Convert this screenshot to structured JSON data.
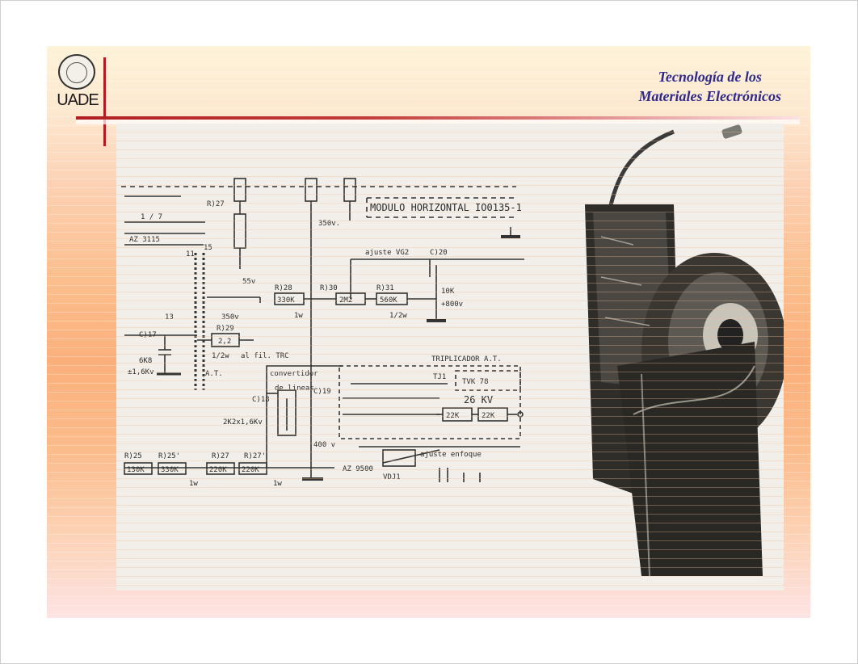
{
  "header": {
    "logo_text": "UADE",
    "title_line1": "Tecnología de los",
    "title_line2": "Materiales Electrónicos"
  },
  "figure": {
    "schematic_labels": {
      "module_title": "MODULO HORIZONTAL IO0135-1",
      "r127_top": "R)27",
      "pulse_voltage": "350v.",
      "adjust_vg2": "ajuste VG2",
      "c120": "C)20",
      "label_17": "1 / 7",
      "az3115": "AZ 3115",
      "pin11": "11",
      "pin15": "15",
      "v55": "55v",
      "r128": "R)28",
      "r130": "R)30",
      "r131": "R)31",
      "k10": "10K",
      "r330k": "330K",
      "r2m2": "2M2",
      "r560k": "560K",
      "v800": "+800v",
      "w1": "1w",
      "w12": "1/2w",
      "v350": "350v",
      "r129": "R)29",
      "r22": "2,2",
      "filament": "al fil. TRC",
      "w12b": "1/2w",
      "pin13": "13",
      "c117": "C)17",
      "c6k8": "6K8",
      "kv16": "±1,6Kv",
      "at": "A.T.",
      "tripler": "TRIPLICADOR A.T.",
      "tvk78": "TVK 78",
      "tj1": "TJ1",
      "kv26": "26 KV",
      "c118": "C)18",
      "c2k2": "2K2x1,6Kv",
      "c119": "C)19",
      "r22k1": "22K",
      "r22k2": "22K",
      "enfoque": "ajuste enfoque",
      "vdj1": "VDJ1",
      "az9500": "AZ 9500",
      "r125": "R)25",
      "r125b": "R)25'",
      "r127": "R)27",
      "r127b": "R)27'",
      "r130k": "130K",
      "r330k2": "330K",
      "r220k1": "220K",
      "r220k2": "220K",
      "w1b": "1w",
      "w1c": "1w",
      "v400": "400 v",
      "converter": "convertidor",
      "lines": "de lineas"
    }
  },
  "colors": {
    "accent_red": "#b01e23",
    "title_blue": "#2e2a8c"
  }
}
